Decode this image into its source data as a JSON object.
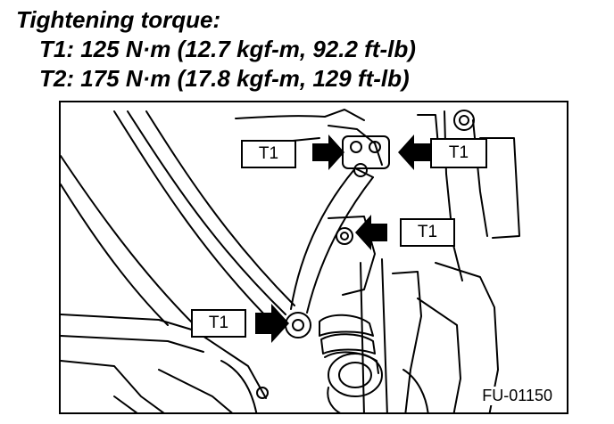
{
  "header": {
    "title": "Tightening torque:",
    "specs": [
      "T1: 125 N·m (12.7 kgf-m, 92.2 ft-lb)",
      "T2: 175 N·m (17.8 kgf-m, 129 ft-lb)"
    ]
  },
  "diagram": {
    "callouts": [
      "T1",
      "T1",
      "T1",
      "T1"
    ],
    "figure_code": "FU-01150"
  }
}
